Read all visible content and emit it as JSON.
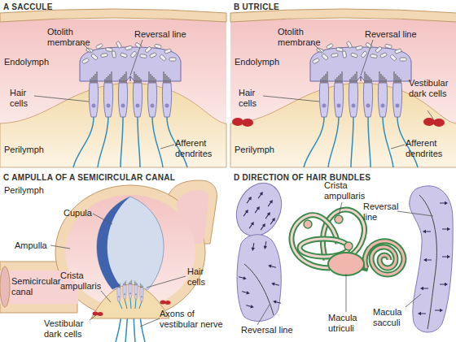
{
  "diagram": {
    "labels": [
      "A SACCULE",
      "Otolith membrane",
      "Reversal line",
      "Endolymph",
      "Hair cells",
      "Perilymph",
      "Afferent dendrites",
      "B UTRICLE",
      "Otolith membrane",
      "Reversal line",
      "Endolymph",
      "Hair cells",
      "Vestibular dark cells",
      "Perilymph",
      "Afferent dendrites",
      "C AMPULLA OF A SEMICIRCULAR CANAL",
      "Perilymph",
      "Cupula",
      "Ampulla",
      "Hair cells",
      "Crista ampullaris",
      "Semicircular canal",
      "Vestibular dark cells",
      "Axons of vestibular nerve",
      "D DIRECTION OF HAIR BUNDLES",
      "Crista ampullaris",
      "Reversal line",
      "Reversal line",
      "Macula utriculi",
      "Macula sacculi"
    ]
  }
}
